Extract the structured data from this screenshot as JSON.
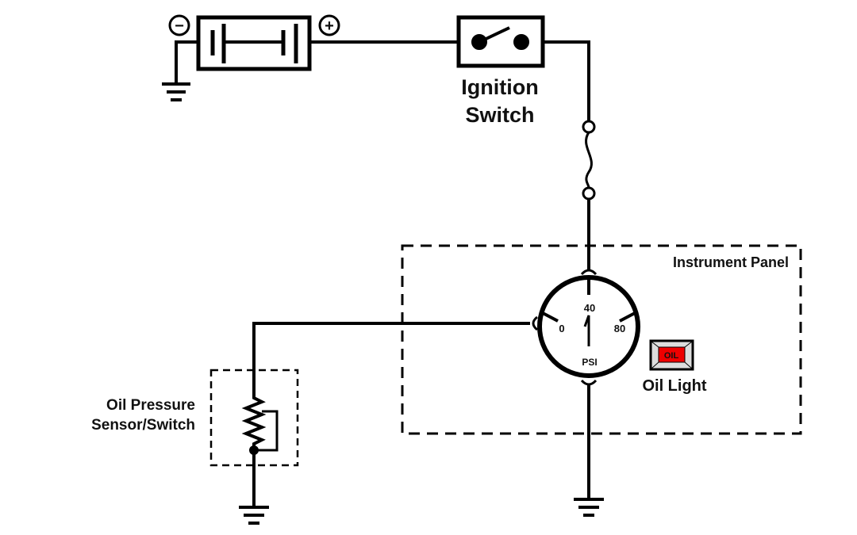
{
  "labels": {
    "ignition_line1": "Ignition",
    "ignition_line2": "Switch",
    "instrument_panel": "Instrument Panel",
    "oil_light": "Oil Light",
    "oil_light_text": "OIL",
    "sensor_line1": "Oil Pressure",
    "sensor_line2": "Sensor/Switch",
    "battery_minus": "−",
    "battery_plus": "+"
  },
  "gauge": {
    "tick_0": "0",
    "tick_40": "40",
    "tick_80": "80",
    "unit": "PSI"
  },
  "colors": {
    "wire": "#000000",
    "oil_light": "#ee0000"
  }
}
